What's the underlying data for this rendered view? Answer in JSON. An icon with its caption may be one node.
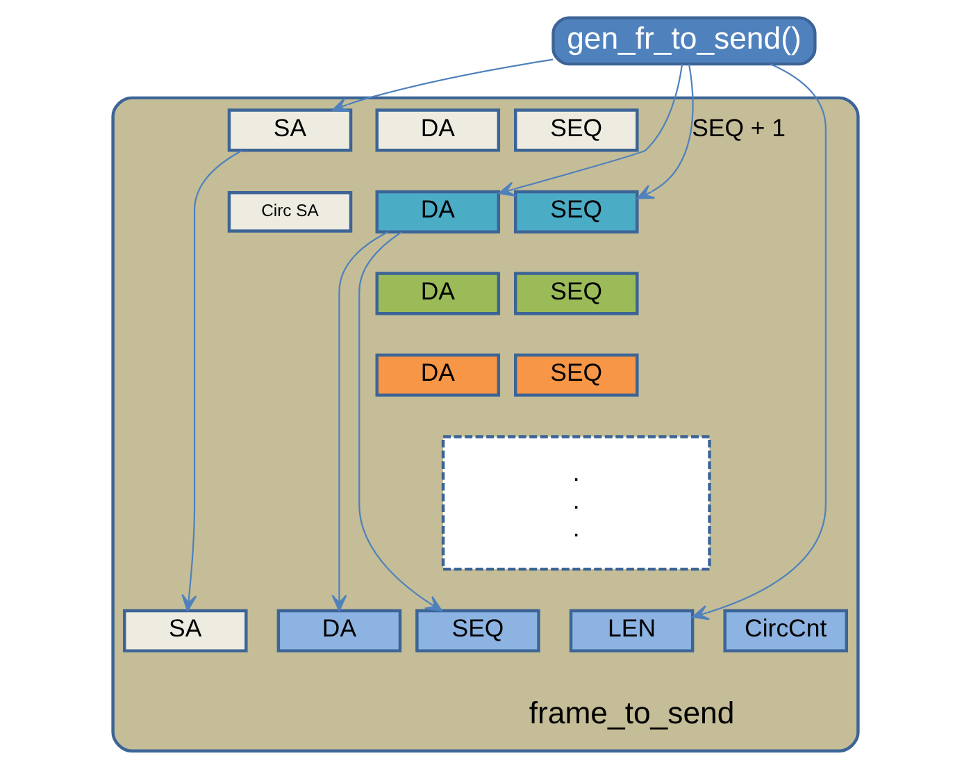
{
  "diagram": {
    "nodes": [
      {
        "text": [],
        "shape": "box"
      },
      {
        "text": [
          "gen_fr_to_send()"
        ]
      },
      {
        "text": [
          "SA"
        ],
        "in": 0
      },
      {
        "text": [
          "Circ SA"
        ],
        "in": 0
      },
      {
        "text": [
          "DA"
        ],
        "in": 0
      },
      {
        "text": [
          "SEQ"
        ],
        "in": 0
      },
      {
        "text": [
          "DA"
        ],
        "in": 0
      },
      {
        "text": [
          "SEQ"
        ],
        "in": 0
      },
      {
        "text": [
          "DA"
        ],
        "in": 0
      },
      {
        "text": [
          "SEQ"
        ],
        "in": 0
      },
      {
        "text": [
          "DA"
        ],
        "in": 0
      },
      {
        "text": [
          "SEQ"
        ],
        "in": 0
      },
      {
        "text": [
          ".",
          ".",
          "."
        ],
        "in": 0
      },
      {
        "text": [
          "DA"
        ],
        "in": 0
      },
      {
        "text": [
          "SA"
        ],
        "in": 0
      },
      {
        "text": [
          "SEQ"
        ],
        "in": 0
      },
      {
        "text": [
          "LEN"
        ],
        "in": 0
      },
      {
        "text": [
          "CircCnt"
        ],
        "in": 0
      }
    ],
    "edges": [
      {
        "from": 1,
        "to": 2,
        "arrow": "to"
      },
      {
        "from": 1,
        "to": 6,
        "arrow": "to"
      },
      {
        "from": 1,
        "to": 7,
        "arrow": "to",
        "label": "SEQ + 1"
      },
      {
        "from": 1,
        "to": 16,
        "arrow": "to"
      },
      {
        "from": 6,
        "to": 13,
        "arrow": "to"
      },
      {
        "from": 2,
        "to": 14,
        "arrow": "to"
      },
      {
        "from": 6,
        "to": 15,
        "arrow": "to"
      }
    ],
    "labels": [
      "frame_to_send"
    ]
  }
}
